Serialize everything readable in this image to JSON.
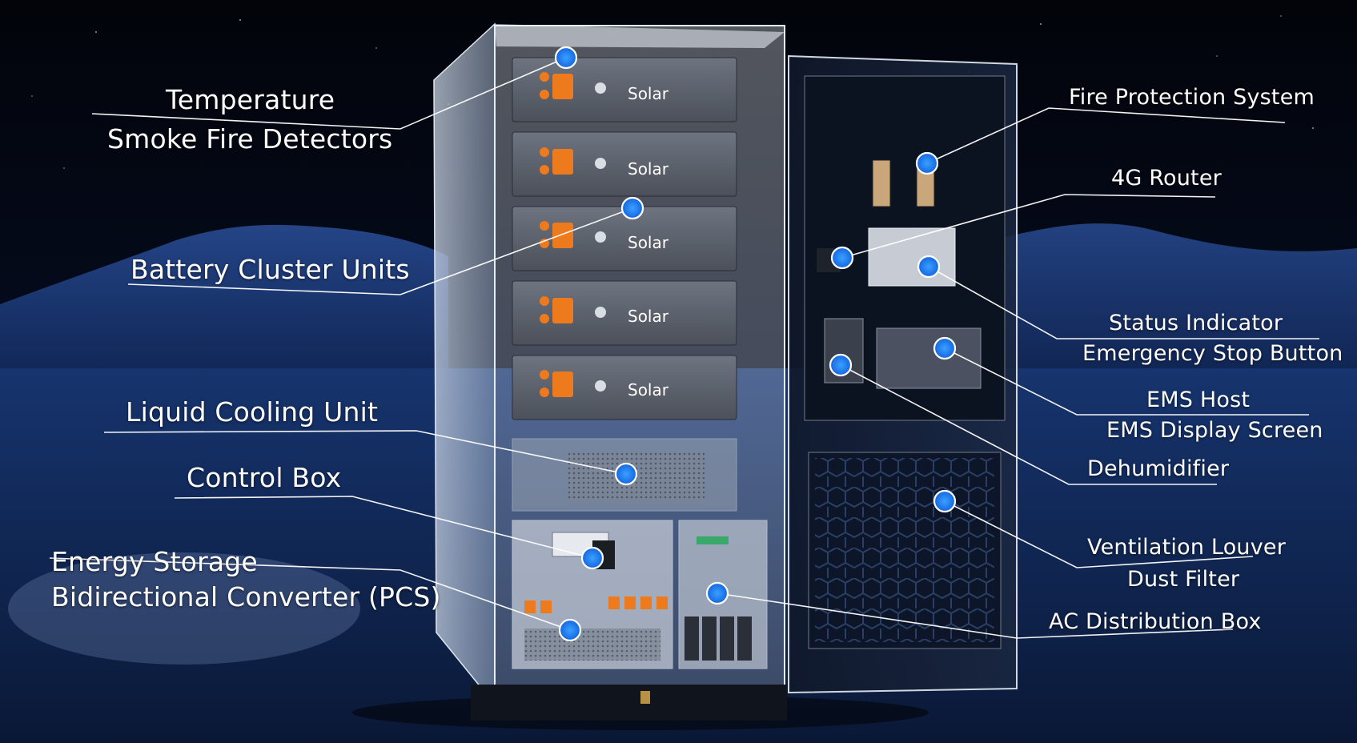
{
  "brand": "Solar",
  "colors": {
    "sky": "#02050d",
    "mountain": "#1b3a78",
    "floor": "#0f2550",
    "accent_dot": "#1f8bff",
    "leader_line": "#ffffff",
    "battery_handle": "#ee7a1e"
  },
  "labels_left": {
    "temperature": "Temperature",
    "smoke_fire_detectors": "Smoke Fire Detectors",
    "battery_cluster_units": "Battery Cluster Units",
    "liquid_cooling_unit": "Liquid Cooling Unit",
    "control_box": "Control Box",
    "energy_storage": "Energy Storage",
    "bidirectional_converter": "Bidirectional Converter (PCS)"
  },
  "labels_right": {
    "fire_protection_system": "Fire Protection System",
    "router_4g": "4G Router",
    "status_indicator": "Status Indicator",
    "emergency_stop_button": "Emergency Stop Button",
    "ems_host": "EMS Host",
    "ems_display_screen": "EMS Display Screen",
    "dehumidifier": "Dehumidifier",
    "ventilation_louver": "Ventilation Louver",
    "dust_filter": "Dust Filter",
    "ac_distribution_box": "AC Distribution Box"
  },
  "icons": {
    "callout_dot": "circle-dot-icon",
    "brand_logo": "solar-logo-icon"
  }
}
